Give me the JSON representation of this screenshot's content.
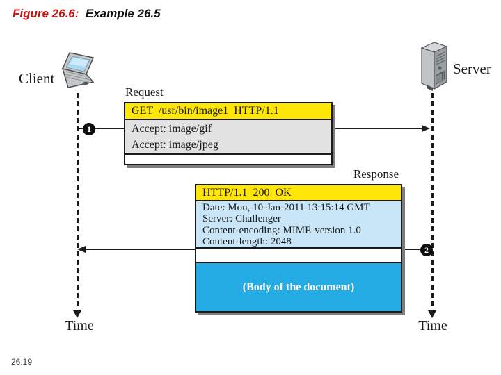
{
  "title": {
    "figure_label": "Figure 26.6: ",
    "figure_title": " Example 26.5"
  },
  "client": {
    "label": "Client",
    "time_label": "Time"
  },
  "server": {
    "label": "Server",
    "time_label": "Time"
  },
  "request": {
    "label": "Request",
    "step_number": "1",
    "start_line": "GET  /usr/bin/image1  HTTP/1.1",
    "headers": [
      "Accept: image/gif",
      "Accept: image/jpeg"
    ]
  },
  "response": {
    "label": "Response",
    "step_number": "2",
    "status_line": "HTTP/1.1  200  OK",
    "headers": [
      "Date: Mon, 10-Jan-2011 13:15:14 GMT",
      "Server: Challenger",
      "Content-encoding: MIME-version 1.0",
      "Content-length: 2048"
    ],
    "body": "(Body of the document)"
  },
  "footer": {
    "page_number": "26.19"
  },
  "colors": {
    "title_red": "#cc1111",
    "header_yellow": "#ffe606",
    "request_headers_gray": "#e2e2e2",
    "response_headers_blue": "#c8e6f8",
    "response_body_cyan": "#25abe3",
    "box_shadow_gray": "#7e7e7e",
    "line_black": "#1a1a1a"
  }
}
